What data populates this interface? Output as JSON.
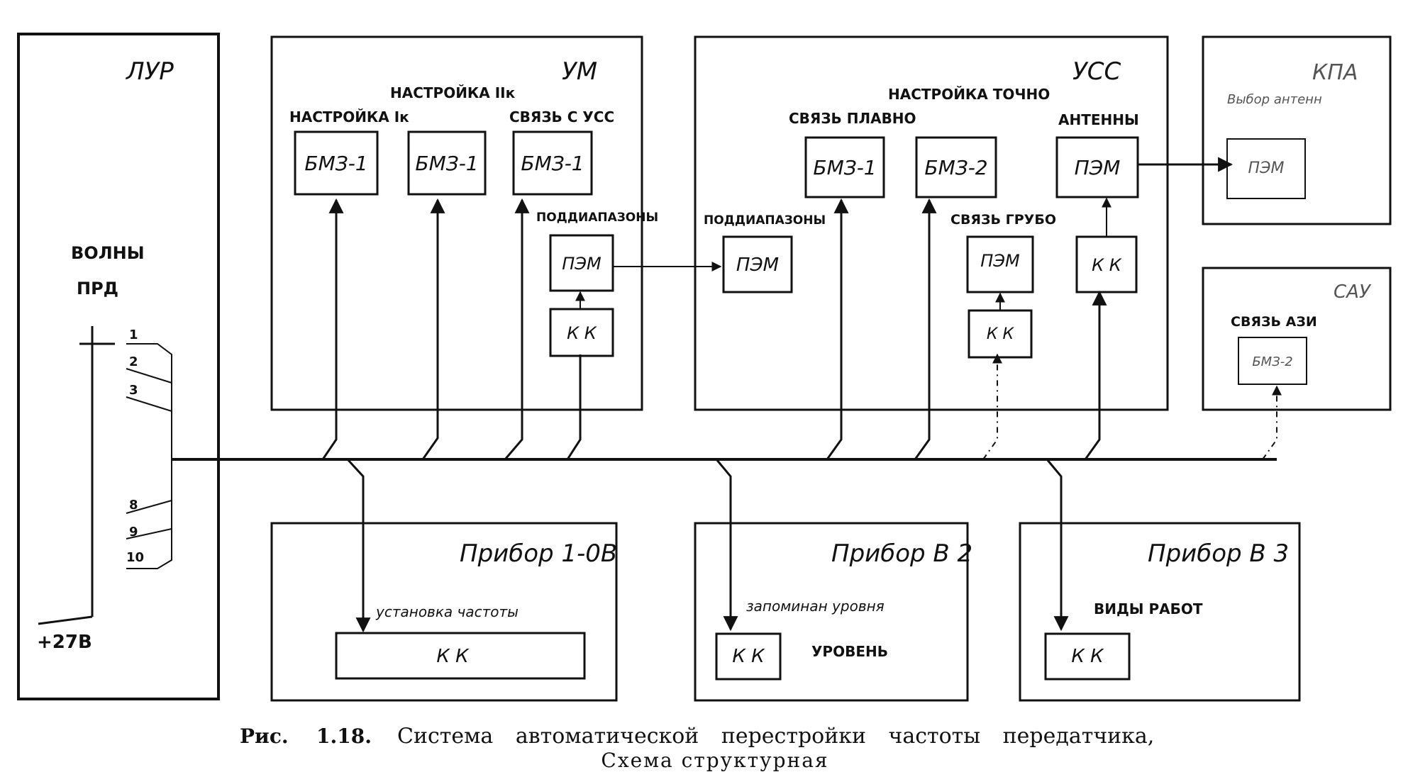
{
  "blocks": {
    "pur": {
      "title": "ЛУР",
      "waves_label_1": "ВОЛНЫ",
      "waves_label_2": "ПРД",
      "switch_numbers": [
        "1",
        "2",
        "3",
        "8",
        "9",
        "10"
      ],
      "supply": "+27В"
    },
    "um": {
      "title": "УМ",
      "label_tune_1k": "НАСТРОЙКА Iк",
      "label_tune_2k": "НАСТРОЙКА IIк",
      "label_link": "СВЯЗЬ С УСС",
      "label_subbands": "ПОДДИАПАЗОНЫ",
      "bmz_1": "БМЗ-1",
      "bmz_2": "БМЗ-1",
      "bmz_3": "БМЗ-1",
      "pem": "ПЭМ",
      "kk": "К К"
    },
    "uss": {
      "title": "УСС",
      "label_tune_fine": "НАСТРОЙКА ТОЧНО",
      "label_link_smooth": "СВЯЗЬ ПЛАВНО",
      "label_antennas": "АНТЕННЫ",
      "label_subbands": "ПОДДИАПАЗОНЫ",
      "label_link_coarse": "СВЯЗЬ ГРУБО",
      "bmz_1": "БМЗ-1",
      "bmz_2": "БМЗ-2",
      "pem_antenna": "ПЭМ",
      "pem_subbands": "ПЭМ",
      "pem_coarse": "ПЭМ",
      "kk_coarse": "К К",
      "kk_antenna": "К К"
    },
    "kpa": {
      "title": "КПА",
      "label": "Выбор антенн",
      "pem": "ПЭМ"
    },
    "sau": {
      "title": "САУ",
      "label": "СВЯЗЬ АЗИ",
      "bmz": "БМЗ-2"
    },
    "dev_1_0v": {
      "title": "Прибор 1-0В",
      "label": "установка частоты",
      "kk": "К К"
    },
    "dev_v2": {
      "title": "Прибор В 2",
      "label": "запоминан уровня",
      "label_level": "УРОВЕНЬ",
      "kk": "К К"
    },
    "dev_v3": {
      "title": "Прибор В 3",
      "label": "ВИДЫ РАБОТ",
      "kk": "К К"
    }
  },
  "caption": {
    "prefix": "Рис.",
    "number": "1.18.",
    "line1": "Система автоматической перестройки частоты передатчика,",
    "line2": "Схема структурная"
  }
}
